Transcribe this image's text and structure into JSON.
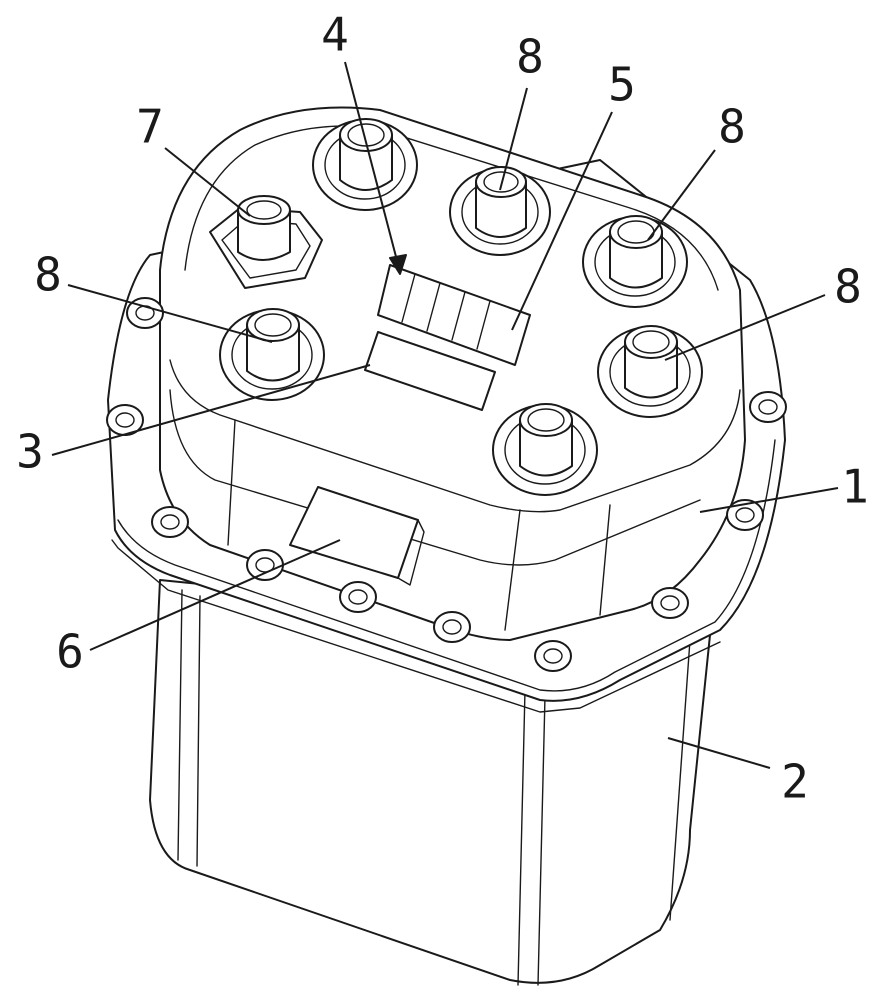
{
  "callouts": [
    {
      "id": "c1",
      "text": "1"
    },
    {
      "id": "c2",
      "text": "2"
    },
    {
      "id": "c3",
      "text": "3"
    },
    {
      "id": "c4",
      "text": "4"
    },
    {
      "id": "c5",
      "text": "5"
    },
    {
      "id": "c6",
      "text": "6"
    },
    {
      "id": "c7",
      "text": "7"
    },
    {
      "id": "c8a",
      "text": "8"
    },
    {
      "id": "c8b",
      "text": "8"
    },
    {
      "id": "c8c",
      "text": "8"
    },
    {
      "id": "c8d",
      "text": "8"
    }
  ]
}
